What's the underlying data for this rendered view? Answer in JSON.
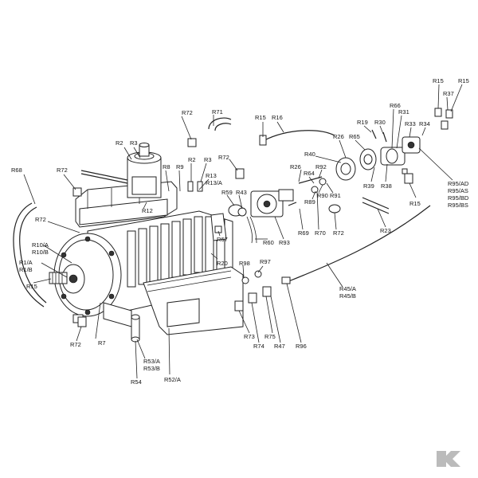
{
  "labels": {
    "R15a": "R15",
    "R15b": "R15",
    "R37": "R37",
    "R72a": "R72",
    "R71": "R71",
    "R15c": "R15",
    "R16": "R16",
    "R66": "R66",
    "R31": "R31",
    "R19": "R19",
    "R30": "R30",
    "R33": "R33",
    "R34": "R34",
    "R2a": "R2",
    "R3a": "R3",
    "R26a": "R26",
    "R65": "R65",
    "R2b": "R2",
    "R3b": "R3",
    "R72b": "R72",
    "R40": "R40",
    "R68": "R68",
    "R72c": "R72",
    "R8": "R8",
    "R9": "R9",
    "R13": "R13",
    "R13A": "R13/A",
    "R26b": "R26",
    "R92": "R92",
    "R64": "R64",
    "R39": "R39",
    "R38": "R38",
    "R95AD": "R95/AD",
    "R95AS": "R95/AS",
    "R95BD": "R95/BD",
    "R95BS": "R95/BS",
    "R59": "R59",
    "R43": "R43",
    "R90": "R90",
    "R91": "R91",
    "R89": "R89",
    "R15d": "R15",
    "R72d": "R72",
    "R12": "R12",
    "R69": "R69",
    "R70": "R70",
    "R72e": "R72",
    "R23": "R23",
    "R67": "R67",
    "R60": "R60",
    "R93": "R93",
    "R10A": "R10/A",
    "R10B": "R10/B",
    "R1A": "R1/A",
    "R1B": "R1/B",
    "R20": "R20",
    "R98": "R98",
    "R97": "R97",
    "R15e": "R15",
    "R45A": "R45/A",
    "R45B": "R45/B",
    "R72f": "R72",
    "R7": "R7",
    "R73": "R73",
    "R75": "R75",
    "R74": "R74",
    "R47": "R47",
    "R96": "R96",
    "R53A": "R53/A",
    "R53B": "R53/B",
    "R54": "R54",
    "R52A": "R52/A"
  }
}
